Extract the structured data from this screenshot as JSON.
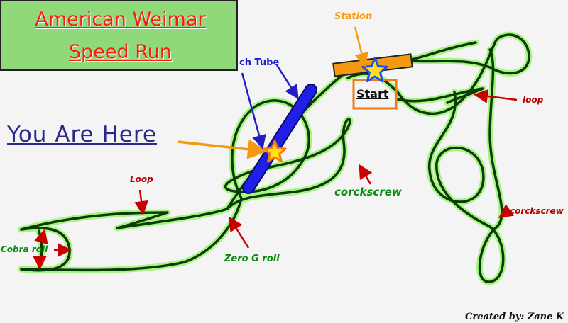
{
  "title": {
    "line1": "American Weimar",
    "line2": "Speed Run"
  },
  "you_are_here": "You Are Here",
  "labels": {
    "station": "Station",
    "launch_tube": "ch Tube",
    "start": "Start",
    "loop_right": "loop",
    "loop_left": "Loop",
    "corkscrew_center": "corckscrew",
    "corkscrew_right": "corckscrew",
    "zero_g_roll": "Zero G roll",
    "cobra_roll": "Cobra roll"
  },
  "credit": "Created by: Zane K",
  "colors": {
    "track": "#0b3a0b",
    "track_glow": "#9af56c",
    "tube": "#1f1fe8",
    "station": "#f39a12",
    "star_fill": "#ffe21a",
    "star_outline_station": "#1a4fff",
    "star_outline_here": "#ff7a00",
    "pointer_arrow": "#f39a12",
    "tube_arrow": "#2020c0",
    "label_arrow": "#c80000"
  }
}
